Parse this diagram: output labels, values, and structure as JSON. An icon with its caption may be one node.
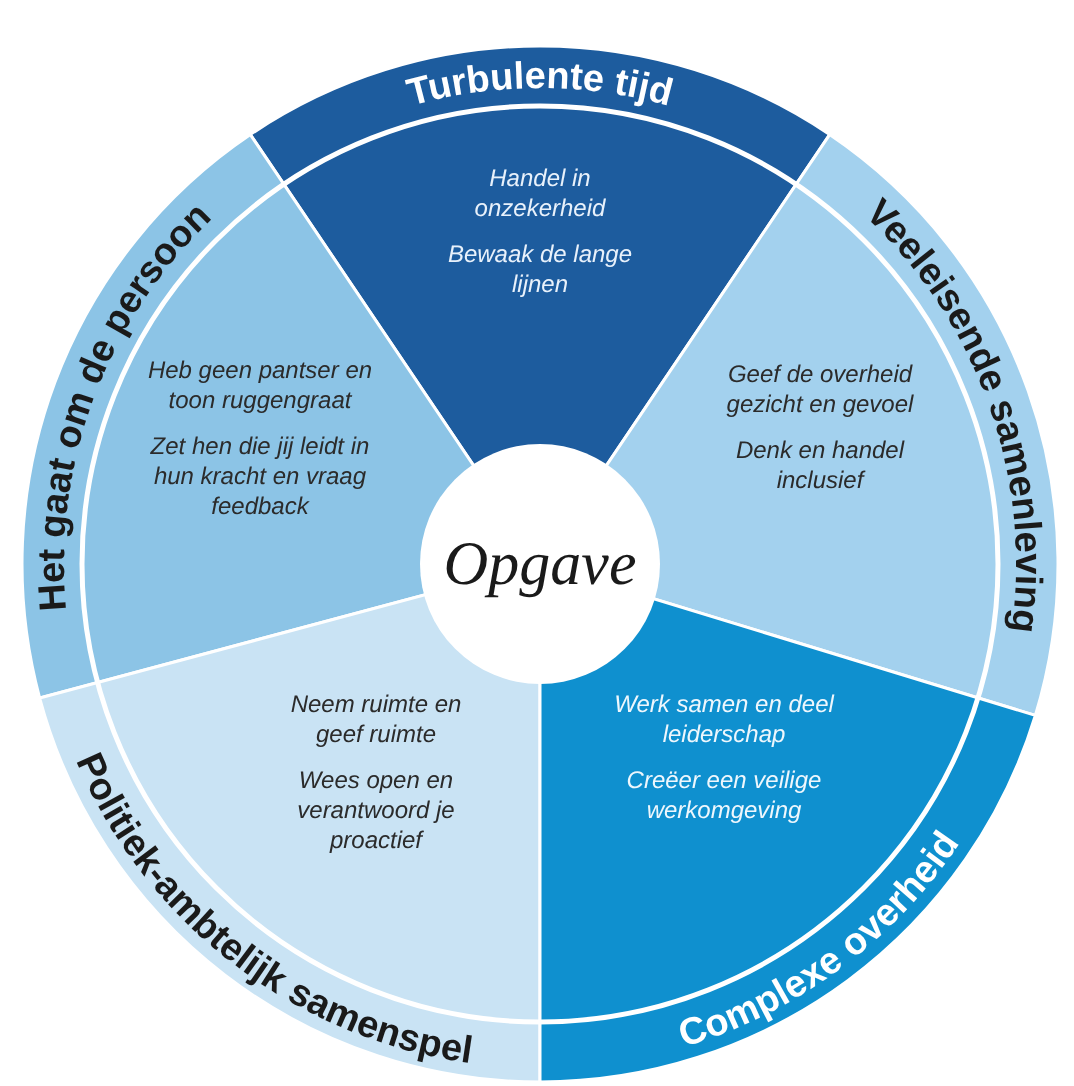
{
  "diagram": {
    "nodes": [
      {
        "text": [
          "Turbulente tijd",
          "Handel in onzekerheid",
          "Bewaak de lange lijnen"
        ]
      },
      {
        "text": [
          "Het gaat om de persoon",
          "Heb geen pantser en toon ruggengraat",
          "Zet hen die jij leidt in hun kracht en vraag feedback"
        ]
      },
      {
        "text": [
          "Veeleisende samenleving",
          "Geef de overheid gezicht en gevoel",
          "Denk en handel inclusief"
        ]
      },
      {
        "text": [
          "Opgave"
        ]
      },
      {
        "text": [
          "Neem ruimte en geef ruimte",
          "Wees open en verantwoord je proactief",
          "Politiek-ambtelijk samenspel"
        ]
      },
      {
        "text": [
          "Werk samen en deel leiderschap",
          "Creëer een veilige werkomgeving",
          "Complexe overheid"
        ]
      }
    ]
  }
}
